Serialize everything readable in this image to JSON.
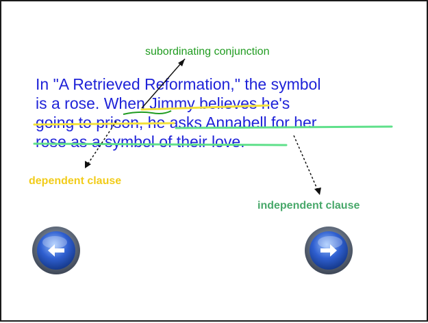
{
  "annotations": {
    "subordinating_conjunction": "subordinating conjunction",
    "dependent_clause": "dependent clause",
    "independent_clause": "independent clause"
  },
  "paragraph": {
    "line1": "In \"A Retrieved Reformation,\" the symbol",
    "line2_start": "is a rose.  ",
    "line2_conjunction": "When",
    "line2_end": " Jimmy believes he's",
    "line3_start": "going to prison, ",
    "line3_end": "he asks Annabell for her",
    "line4": "rose as a symbol of their love."
  },
  "colors": {
    "text": "#1f23d8",
    "conjunction_label": "#1f9b1f",
    "dependent_highlight": "#f2e13a",
    "independent_highlight": "#5fe08a",
    "button_blue": "#2f5fd0"
  },
  "navigation": {
    "prev_icon": "left-arrow-icon",
    "next_icon": "right-arrow-icon"
  }
}
